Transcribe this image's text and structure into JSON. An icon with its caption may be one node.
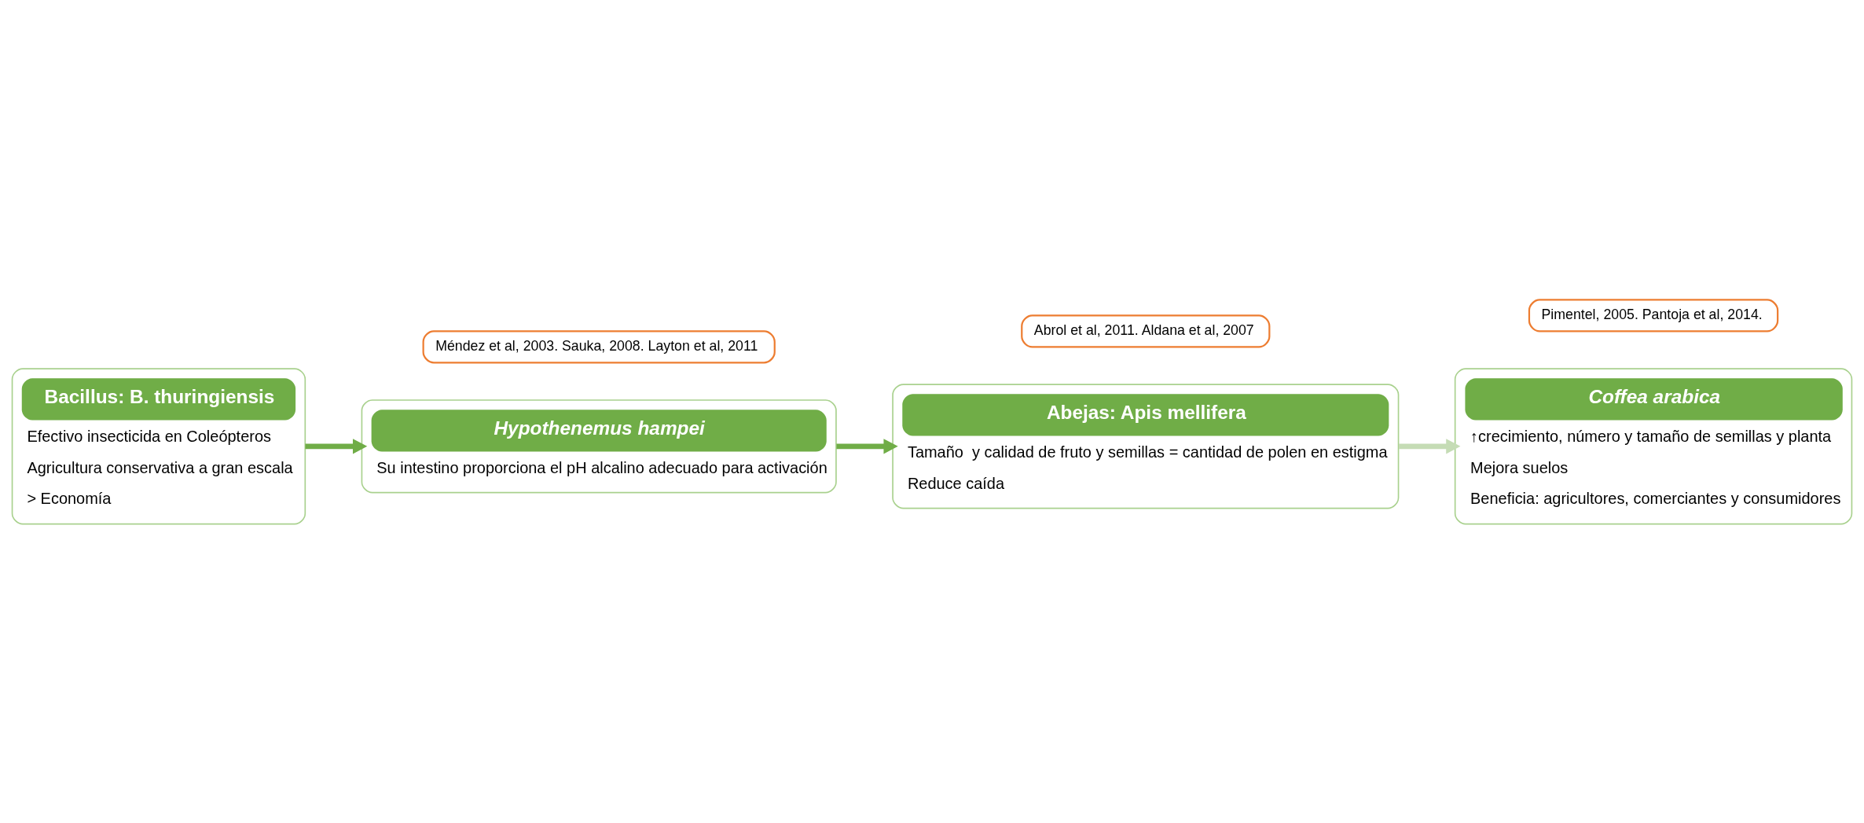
{
  "diagram": {
    "nodes": [
      {
        "text": [
          "Bacillus: B. thuringiensis",
          "Efectivo insecticida en Coleópteros",
          "Agricultura conservativa a gran escala",
          "> Economía"
        ]
      },
      {
        "text": [
          "Hypothenemus hampei",
          "Su intestino proporciona el pH alcalino adecuado para activación"
        ]
      },
      {
        "text": [
          "Abejas: Apis mellifera",
          "Tamaño  y calidad de fruto y semillas = cantidad de polen en estigma",
          "Reduce caída"
        ]
      },
      {
        "text": [
          "Coffea arabica",
          "↑crecimiento, número y tamaño de semillas y planta",
          "Mejora suelos",
          "Beneficia: agricultores, comerciantes y consumidores"
        ]
      },
      {
        "text": [
          "Méndez et al, 2003. Sauka, 2008. Layton et al, 2011"
        ]
      },
      {
        "text": [
          "Abrol et al, 2011. Aldana et al, 2007"
        ]
      },
      {
        "text": [
          "Pimentel, 2005. Pantoja et al, 2014."
        ]
      }
    ],
    "edges": [
      {
        "from": 0,
        "to": 1,
        "arrow": "to"
      },
      {
        "from": 1,
        "to": 2,
        "arrow": "to"
      },
      {
        "from": 2,
        "to": 3,
        "arrow": "to",
        "color": "#c5dcb5"
      }
    ]
  }
}
